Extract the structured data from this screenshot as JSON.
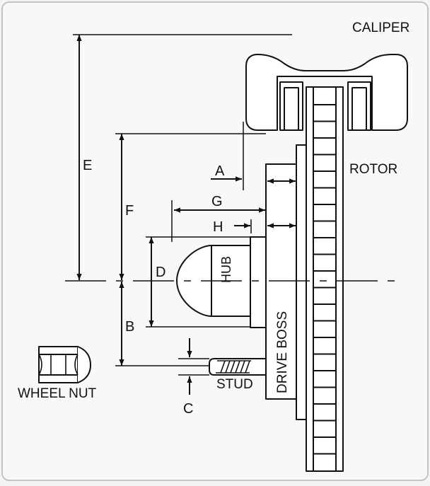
{
  "labels": {
    "caliper": "CALIPER",
    "rotor": "ROTOR",
    "hub": "HUB",
    "drive_boss": "DRIVE BOSS",
    "stud": "STUD",
    "wheel_nut": "WHEEL NUT"
  },
  "dimensions": {
    "a": "A",
    "b": "B",
    "c": "C",
    "d": "D",
    "e": "E",
    "f": "F",
    "g": "G",
    "h": "H"
  },
  "colors": {
    "background": "#f3f3f3",
    "panel": "#f8f8f8",
    "border": "#b5b5b5",
    "line": "#111111",
    "part_fill": "#ffffff"
  }
}
